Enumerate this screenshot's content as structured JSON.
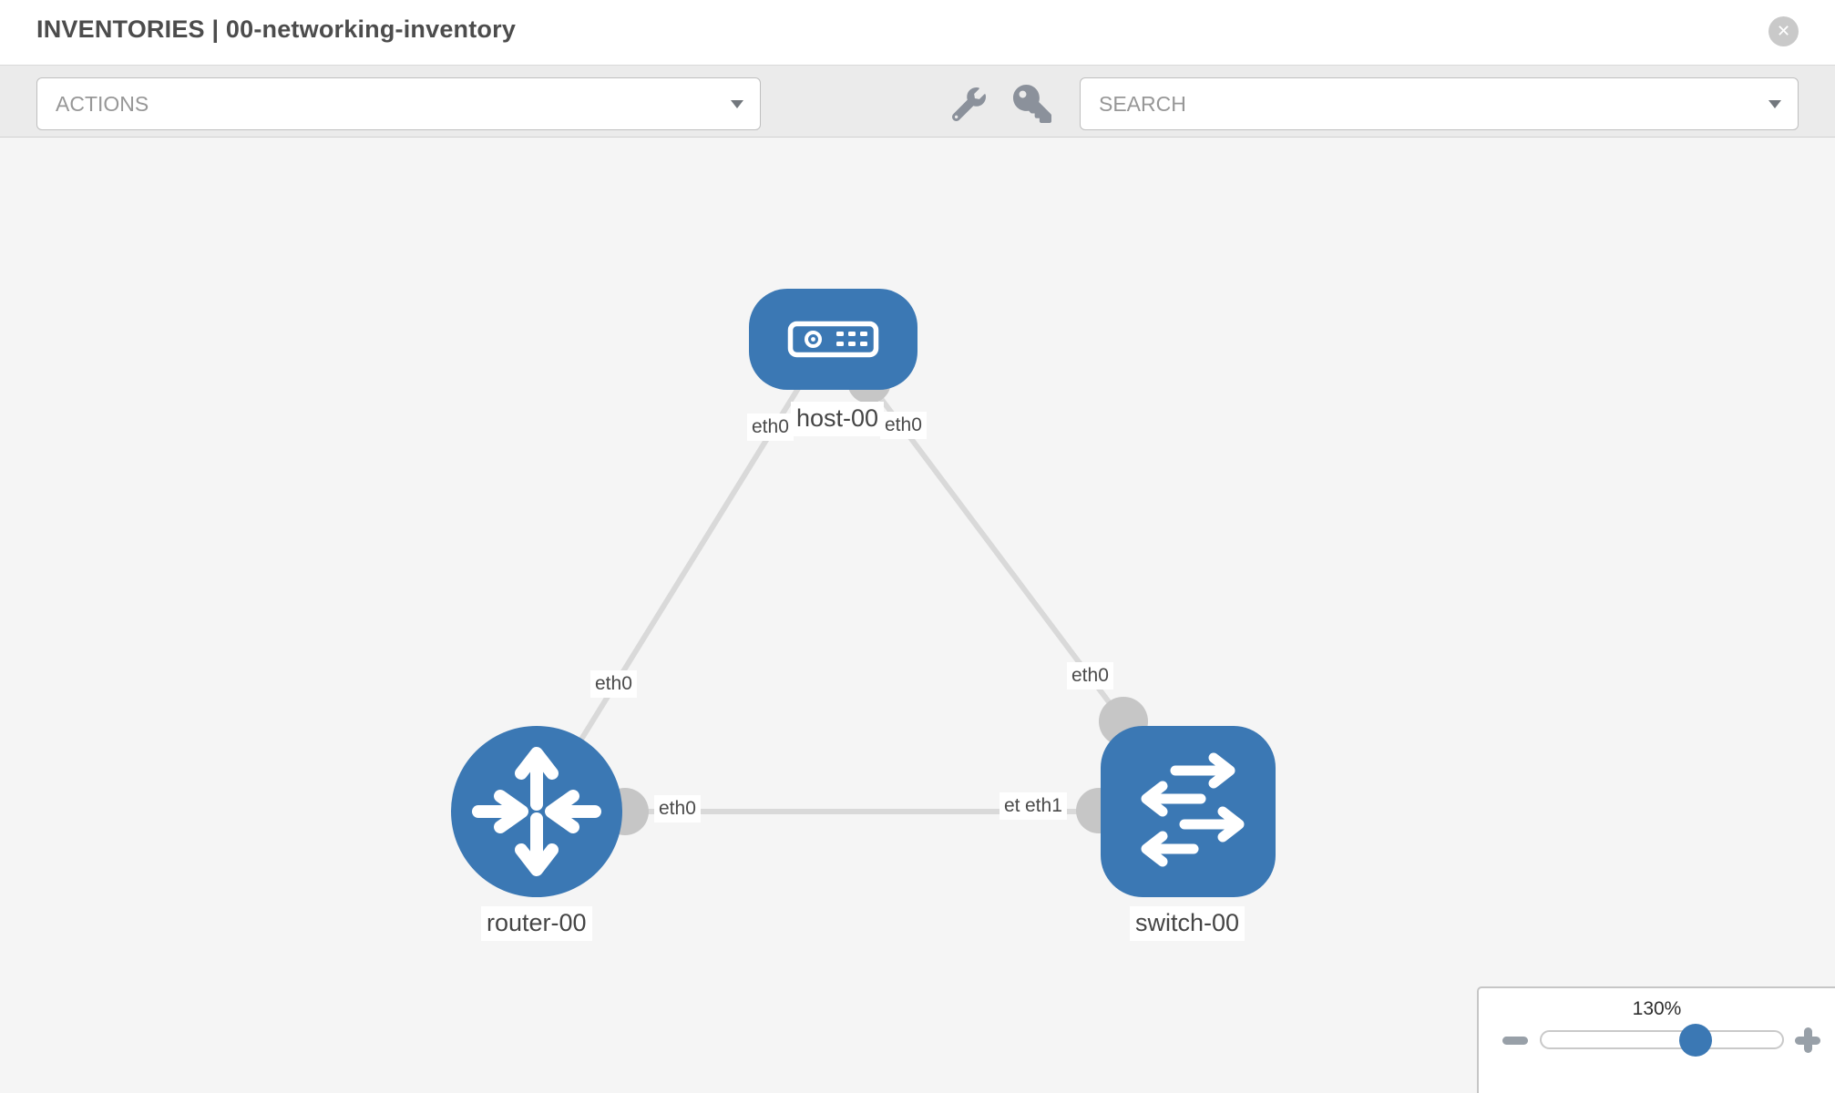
{
  "header": {
    "title": "INVENTORIES | 00-networking-inventory"
  },
  "toolbar": {
    "actions_label": "ACTIONS",
    "search_label": "SEARCH",
    "tool_icons": [
      "wrench-icon",
      "key-icon"
    ]
  },
  "topology": {
    "nodes": [
      {
        "id": "host-00",
        "type": "host",
        "label": "host-00"
      },
      {
        "id": "router-00",
        "type": "router",
        "label": "router-00"
      },
      {
        "id": "switch-00",
        "type": "switch",
        "label": "switch-00"
      }
    ],
    "links": [
      {
        "from": "router-00",
        "from_interface": "eth0",
        "to": "host-00",
        "to_interface": "eth0"
      },
      {
        "from": "switch-00",
        "from_interface": "eth0",
        "to": "host-00",
        "to_interface": "eth0"
      },
      {
        "from": "router-00",
        "from_interface": "eth0",
        "to": "switch-00",
        "to_interface": "eth1"
      }
    ],
    "labels": {
      "host_name": "host-00",
      "router_name": "router-00",
      "switch_name": "switch-00",
      "host_if_left": "eth0",
      "host_if_right": "eth0",
      "link_router_host_if": "eth0",
      "link_switch_host_if": "eth0",
      "router_if_right": "eth0",
      "switch_if_under": "eth0",
      "switch_if_over": "eth1"
    }
  },
  "zoom_control": {
    "value": "130%",
    "slider_fraction": 0.64,
    "minus_icon": "minus-icon",
    "plus_icon": "plus-icon"
  },
  "colors": {
    "node_blue": "#3b78b4",
    "link_gray": "#d9d9d9",
    "interface_gray": "#c6c6c6",
    "toolbar_bg": "#ebebeb",
    "canvas_bg": "#f5f5f5"
  }
}
